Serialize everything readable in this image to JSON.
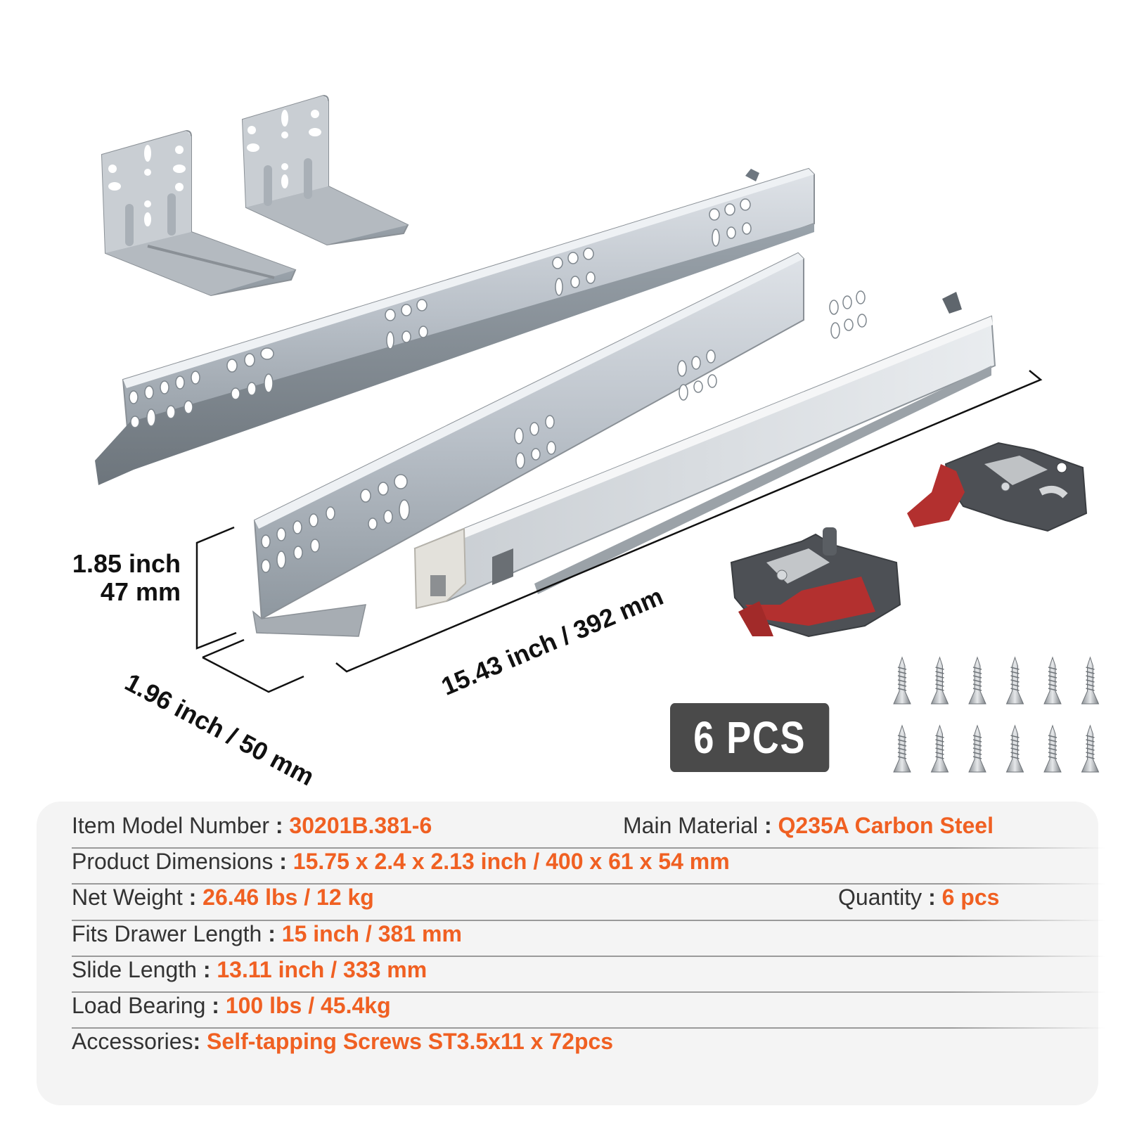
{
  "product_image": {
    "dimensions": {
      "height": {
        "line1": "1.85 inch",
        "line2": "47 mm"
      },
      "width": "1.96 inch / 50 mm",
      "length": "15.43 inch / 392 mm"
    },
    "quantity_badge": "6 PCS",
    "components": [
      "rear-bracket",
      "rear-bracket",
      "drawer-slide-rail",
      "drawer-slide-rail",
      "locking-device-left",
      "locking-device-right",
      "screws"
    ],
    "screw_count_shown": 12
  },
  "specs": {
    "rows": [
      {
        "label": "Item Model Number",
        "sep": " : ",
        "value": "30201B.381-6",
        "label2": "Main Material",
        "sep2": " : ",
        "value2": "Q235A Carbon Steel"
      },
      {
        "label": "Product Dimensions",
        "sep": " : ",
        "value": "15.75 x 2.4 x 2.13 inch / 400 x 61 x 54 mm"
      },
      {
        "label": "Net Weight",
        "sep": " : ",
        "value": "26.46 lbs / 12 kg",
        "label2": "Quantity",
        "sep2": " : ",
        "value2": "6 pcs"
      },
      {
        "label": "Fits Drawer Length",
        "sep": " : ",
        "value": "15 inch / 381 mm"
      },
      {
        "label": "Slide Length",
        "sep": " : ",
        "value": "13.11 inch / 333 mm"
      },
      {
        "label": "Load Bearing",
        "sep": " : ",
        "value": "100 lbs / 45.4kg"
      },
      {
        "label": "Accessories",
        "sep": ": ",
        "value": "Self-tapping Screws ST3.5x11 x 72pcs"
      }
    ]
  },
  "colors": {
    "accent": "#f06022",
    "label_text": "#333333",
    "panel_bg": "#f4f4f4",
    "badge_bg": "#4a4a4a"
  }
}
